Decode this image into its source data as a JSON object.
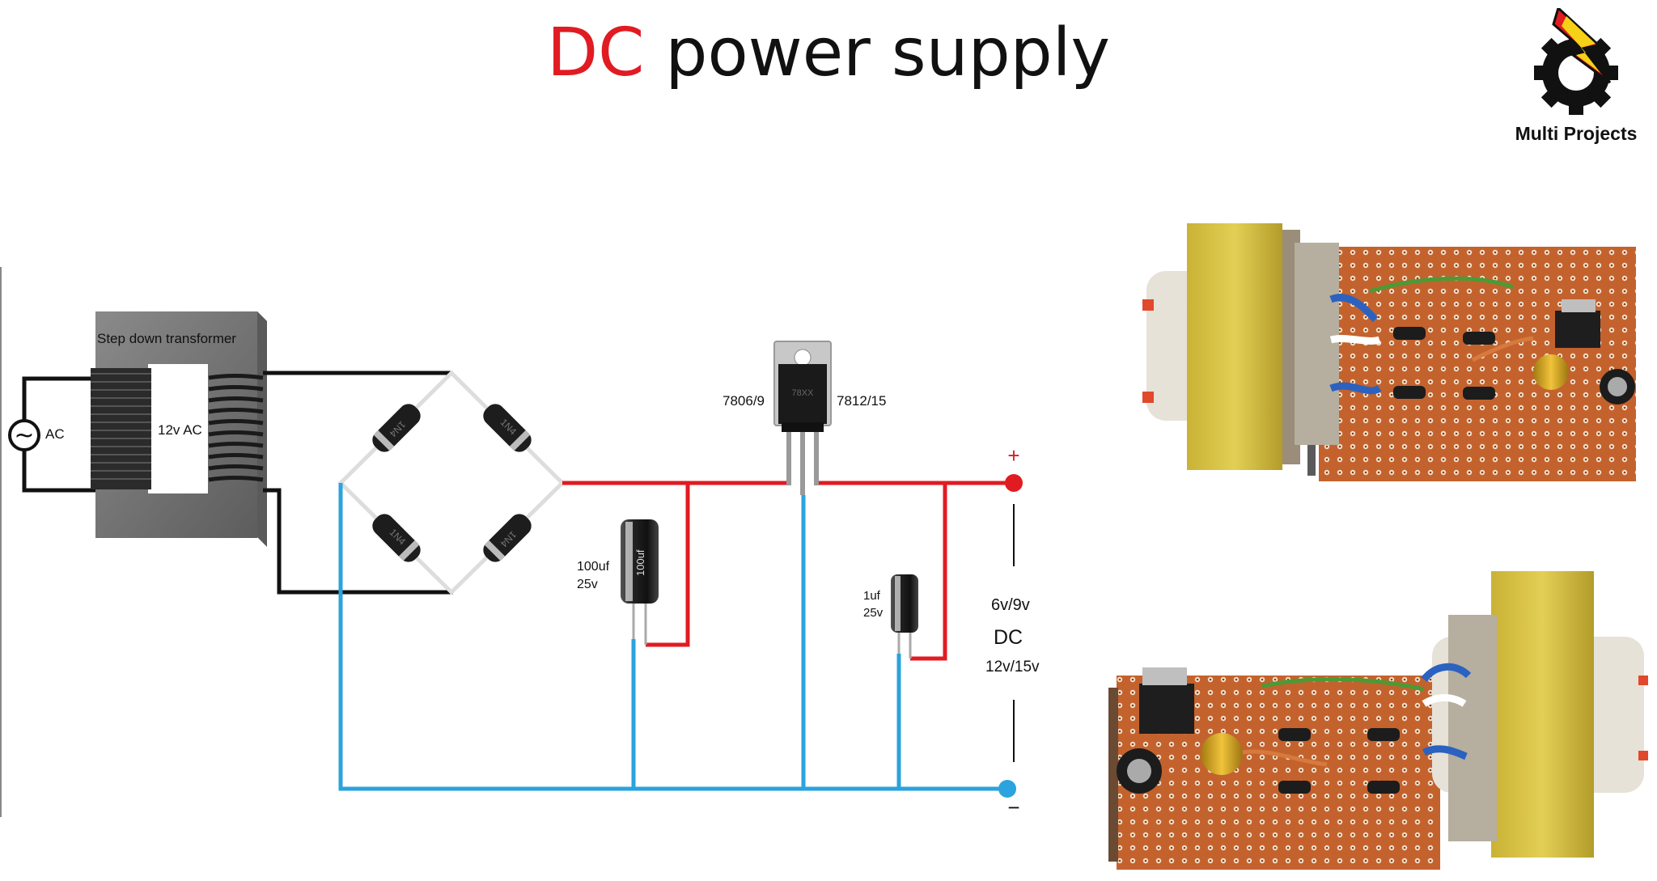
{
  "title": {
    "highlight": "DC",
    "rest": "power supply"
  },
  "brand": {
    "name": "Multi Projects"
  },
  "labels": {
    "ac_source": "AC",
    "transformer": "Step down transformer",
    "secondary": "12v AC",
    "reg_left": "7806/9",
    "reg_right": "7812/15",
    "cap1_value": "100uf",
    "cap1_voltage": "25v",
    "cap2_value": "1uf",
    "cap2_voltage": "25v",
    "plus": "+",
    "minus": "−",
    "out_low": "6v/9v",
    "out_dc": "DC",
    "out_high": "12v/15v"
  },
  "colors": {
    "positive_wire": "#e11b22",
    "negative_wire": "#2ba3de",
    "ac_wire": "#111111",
    "brand_yellow": "#f7d117",
    "brand_red": "#e11b22",
    "board": "#c4622d",
    "transformer_yellow": "#d9c23a"
  },
  "photos": [
    "circuit-photo-top",
    "circuit-photo-bottom"
  ]
}
